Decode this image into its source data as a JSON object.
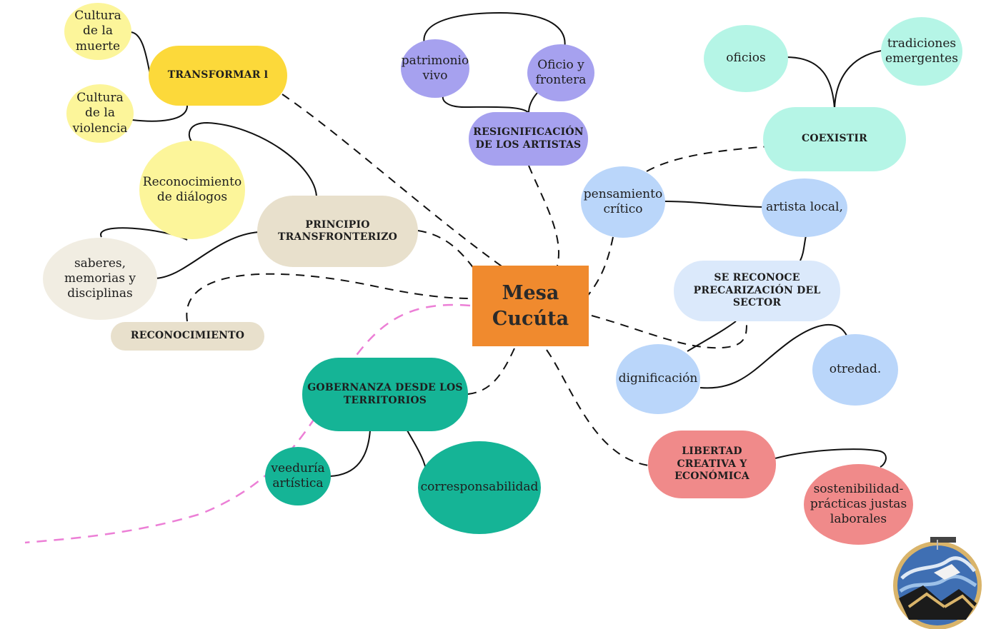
{
  "center": "Mesa\nCucúta",
  "nodes": {
    "transformar": "TRANSFORMAR l",
    "cultura_muerte": "Cultura\nde la\nmuerte",
    "cultura_violencia": "Cultura\nde la\nviolencia",
    "reconocimiento_dialogos": "Reconocimiento\nde diálogos",
    "principio": "PRINCIPIO\nTRANSFRONTERIZO",
    "saberes": "saberes,\nmemorias y\ndisciplinas",
    "reconocimiento": "RECONOCIMIENTO",
    "patrimonio": "patrimonio\nvivo",
    "oficio_frontera": "Oficio y\nfrontera",
    "resignificacion": "RESIGNIFICACIÓN\nDE LOS ARTISTAS",
    "oficios": "oficios",
    "tradiciones": "tradiciones\nemergentes",
    "coexistir": "COEXISTIR",
    "pensamiento": "pensamiento\ncrítico",
    "artista_local": "artista local,",
    "precarizacion": "SE RECONOCE\nPRECARIZACIÓN DEL\nSECTOR",
    "dignificacion": "dignificación",
    "otredad": "otredad.",
    "gobernanza": "GOBERNANZA DESDE LOS\nTERRITORIOS",
    "veeduria": "veeduría\nartística",
    "corresponsabilidad": "corresponsabilidad",
    "libertad": "LIBERTAD\nCREATIVA Y\nECONÓMICA",
    "sostenibilidad": "sostenibilidad-\nprácticas justas\nlaborales"
  },
  "colors": {
    "center": "#f08a2e",
    "yellow_strong": "#fcd93a",
    "yellow_soft": "#fcf59a",
    "beige": "#e8e0cc",
    "beige_light": "#f1ede2",
    "purple": "#a6a1ef",
    "mint": "#b5f5e6",
    "blue": "#bad6fa",
    "teal": "#15b496",
    "salmon": "#f08a8a",
    "pink_dash": "#ec7fd6"
  },
  "logo": {
    "icon": "embroidery-hoop-logo"
  }
}
